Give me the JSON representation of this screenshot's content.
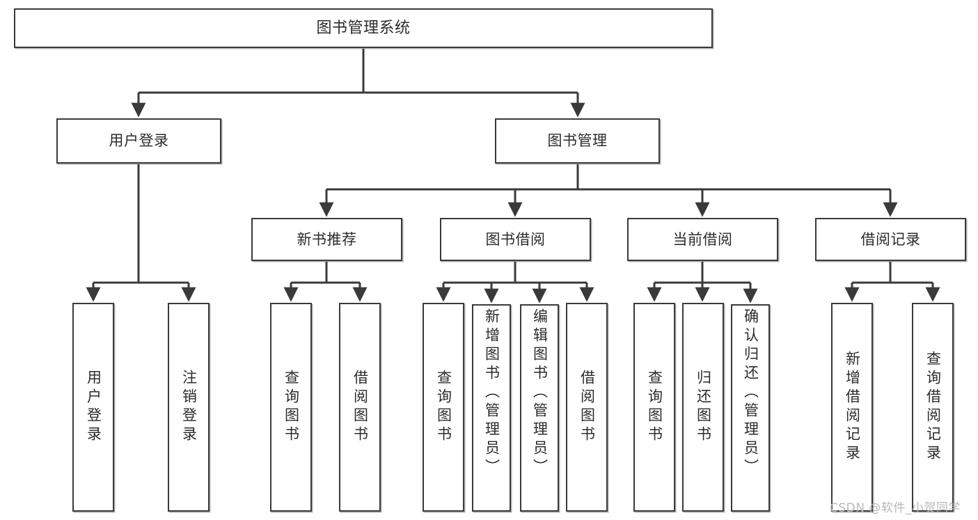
{
  "diagram": {
    "type": "tree",
    "title": "图书管理系统",
    "root": {
      "id": "root",
      "label": "图书管理系统"
    },
    "level2": [
      {
        "id": "user-login",
        "label": "用户登录"
      },
      {
        "id": "book-manage",
        "label": "图书管理"
      }
    ],
    "level3": [
      {
        "id": "new-book-rec",
        "label": "新书推荐",
        "parent": "book-manage"
      },
      {
        "id": "book-borrow",
        "label": "图书借阅",
        "parent": "book-manage"
      },
      {
        "id": "current-borrow",
        "label": "当前借阅",
        "parent": "book-manage"
      },
      {
        "id": "borrow-record",
        "label": "借阅记录",
        "parent": "book-manage"
      }
    ],
    "leaves": [
      {
        "id": "leaf-user-login",
        "label": "用户登录",
        "parent": "user-login"
      },
      {
        "id": "leaf-logout",
        "label": "注销登录",
        "parent": "user-login"
      },
      {
        "id": "leaf-query-book-1",
        "label": "查询图书",
        "parent": "new-book-rec"
      },
      {
        "id": "leaf-borrow-book-1",
        "label": "借阅图书",
        "parent": "new-book-rec"
      },
      {
        "id": "leaf-query-book-2",
        "label": "查询图书",
        "parent": "book-borrow"
      },
      {
        "id": "leaf-add-book",
        "label": "新增图书（管理员）",
        "parent": "book-borrow"
      },
      {
        "id": "leaf-edit-book",
        "label": "编辑图书（管理员）",
        "parent": "book-borrow"
      },
      {
        "id": "leaf-borrow-book-2",
        "label": "借阅图书",
        "parent": "book-borrow"
      },
      {
        "id": "leaf-query-book-3",
        "label": "查询图书",
        "parent": "current-borrow"
      },
      {
        "id": "leaf-return-book",
        "label": "归还图书",
        "parent": "current-borrow"
      },
      {
        "id": "leaf-confirm-return",
        "label": "确认归还（管理员）",
        "parent": "current-borrow"
      },
      {
        "id": "leaf-add-record",
        "label": "新增借阅记录",
        "parent": "borrow-record"
      },
      {
        "id": "leaf-query-record",
        "label": "查询借阅记录",
        "parent": "borrow-record"
      }
    ],
    "colors": {
      "border": "#3a3a3a",
      "fill": "#ffffff",
      "text": "#2b2b2b",
      "connector": "#3a3a3a",
      "watermark": "#b9b9b9"
    }
  },
  "watermark": {
    "text": "CSDN @软件_小贺同学"
  }
}
